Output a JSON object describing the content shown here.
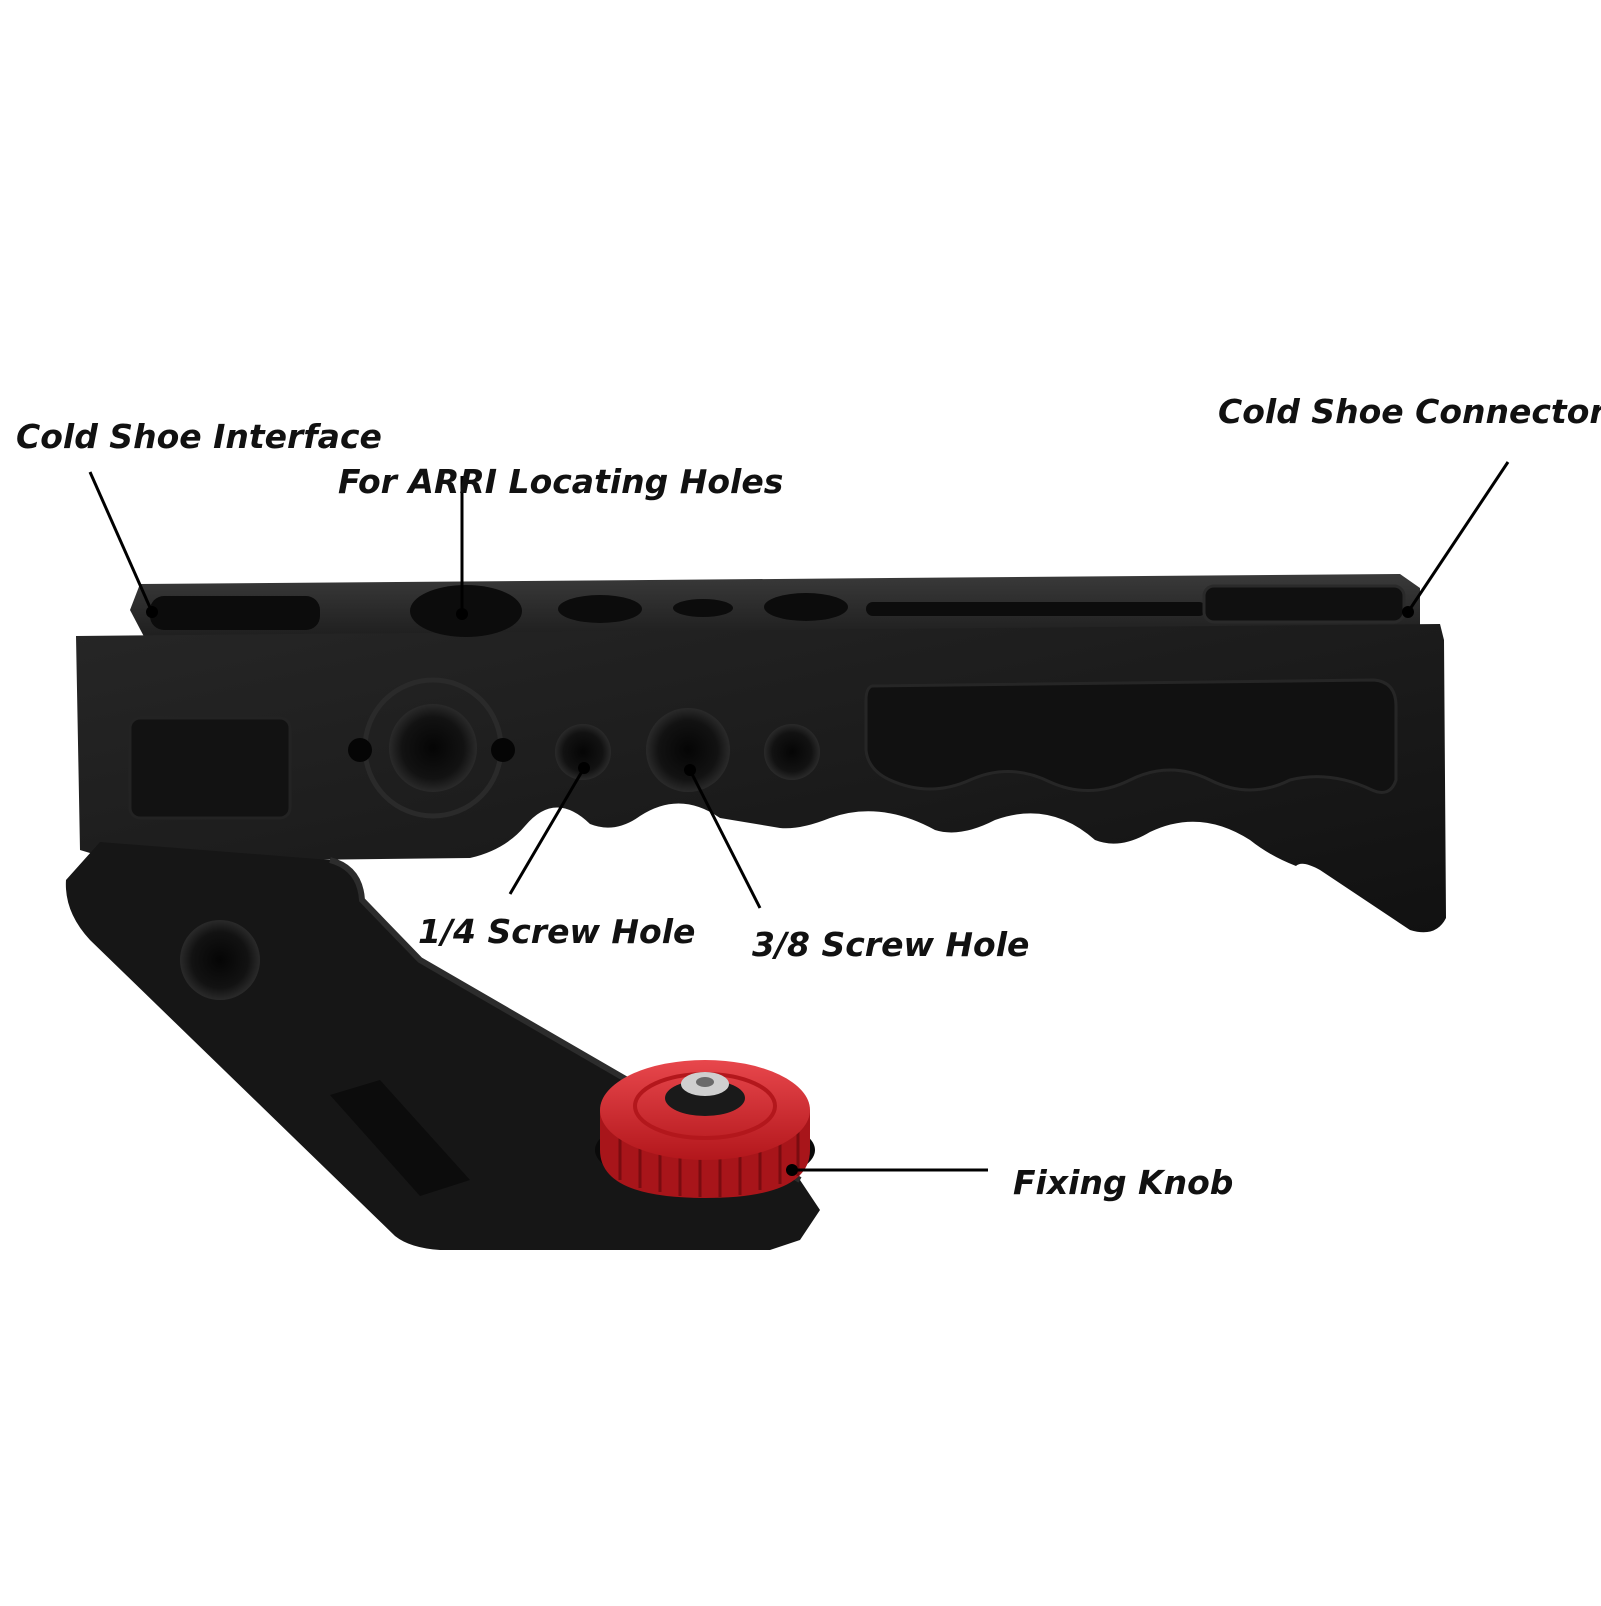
{
  "colors": {
    "body": "#151515",
    "body_face": "#1d1d1d",
    "edge_highlight": "#2c2c2c",
    "hole": "#0b0b0b",
    "knob_red": "#d8232a",
    "knob_dark_red": "#9e1418",
    "screw_silver": "#c8c8c8",
    "leader_line": "#000000"
  },
  "callouts": {
    "cold_shoe_interface": "Cold Shoe Interface",
    "arri_locating_holes": "For ARRI Locating Holes",
    "cold_shoe_connector": "Cold Shoe Connector",
    "quarter_inch_hole": "1/4 Screw Hole",
    "three_eighths_hole": "3/8 Screw Hole",
    "fixing_knob": "Fixing Knob"
  }
}
